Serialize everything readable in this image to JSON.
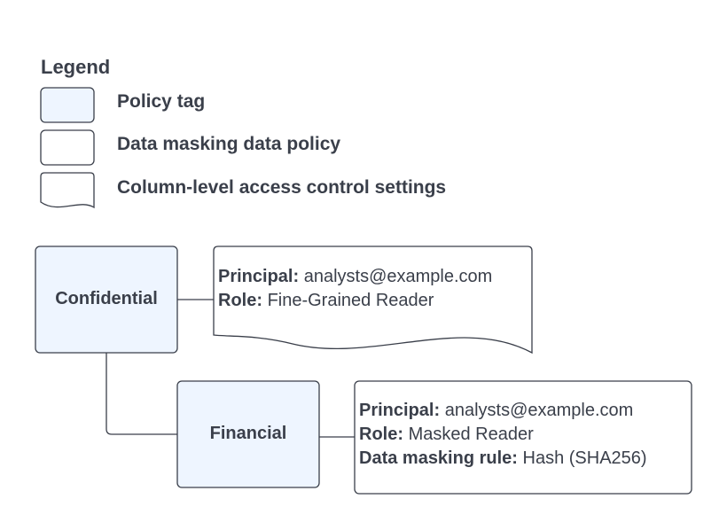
{
  "legend": {
    "title": "Legend",
    "items": [
      {
        "label": "Policy tag",
        "shape": "rounded-rect-filled",
        "fill": "#eef5ff"
      },
      {
        "label": "Data masking data policy",
        "shape": "rounded-rect",
        "fill": "#ffffff"
      },
      {
        "label": "Column-level access control settings",
        "shape": "document",
        "fill": "#ffffff"
      }
    ]
  },
  "colors": {
    "stroke": "#3a3f4a",
    "tag_fill": "#eef5ff"
  },
  "nodes": {
    "confidential": {
      "label": "Confidential",
      "settings": [
        {
          "key": "Principal:",
          "value": "analysts@example.com"
        },
        {
          "key": "Role:",
          "value": "Fine-Grained Reader"
        }
      ]
    },
    "financial": {
      "label": "Financial",
      "policy": [
        {
          "key": "Principal:",
          "value": "analysts@example.com"
        },
        {
          "key": "Role:",
          "value": "Masked Reader"
        },
        {
          "key": "Data masking rule:",
          "value": "Hash (SHA256)"
        }
      ]
    }
  }
}
